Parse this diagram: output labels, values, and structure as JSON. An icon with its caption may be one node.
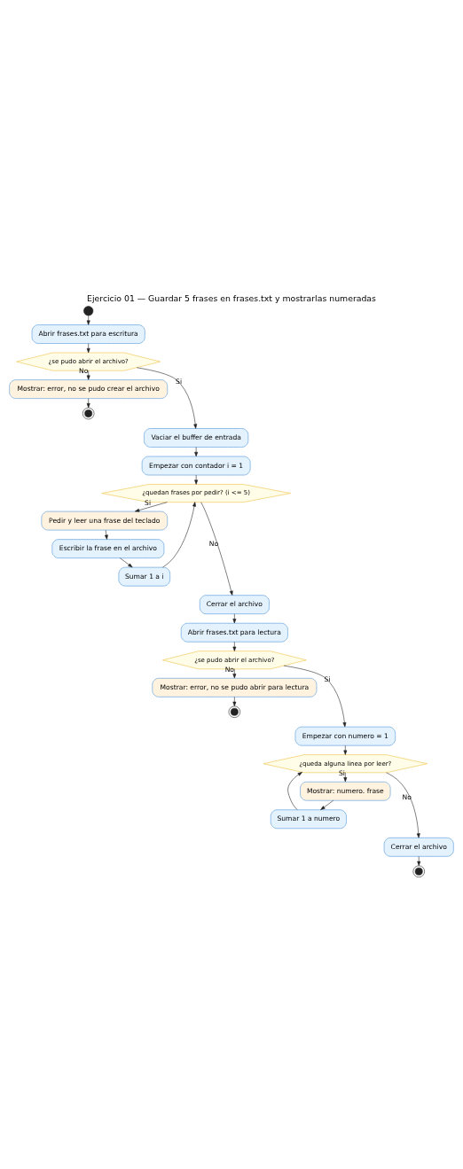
{
  "diagram": {
    "title": "Ejercicio 01 — Guardar 5 frases en frases.txt y mostrarlas numeradas",
    "nodes": [
      {
        "text": [],
        "shape": "circle"
      },
      {
        "text": [
          "Abrir frases.txt para escritura"
        ]
      },
      {
        "text": [
          "¿se pudo abrir el archivo?"
        ]
      },
      {
        "text": [
          "Mostrar: error, no se pudo crear el archivo"
        ]
      },
      {
        "text": [],
        "shape": "bullseye"
      },
      {
        "text": [
          "Vaciar el buffer de entrada"
        ]
      },
      {
        "text": [
          "Empezar con contador i = 1"
        ]
      },
      {
        "text": [
          "¿quedan frases por pedir? (i <= 5)"
        ]
      },
      {
        "text": [
          "Pedir y leer una frase del teclado"
        ]
      },
      {
        "text": [
          "Escribir la frase en el archivo"
        ]
      },
      {
        "text": [
          "Sumar 1 a i"
        ]
      },
      {
        "text": [
          "Cerrar el archivo"
        ]
      },
      {
        "text": [
          "Abrir frases.txt para lectura"
        ]
      },
      {
        "text": [
          "¿se pudo abrir el archivo?"
        ]
      },
      {
        "text": [
          "Mostrar: error, no se pudo abrir para lectura"
        ]
      },
      {
        "text": [],
        "shape": "bullseye"
      },
      {
        "text": [
          "Empezar con numero = 1"
        ]
      },
      {
        "text": [
          "¿queda alguna linea por leer?"
        ]
      },
      {
        "text": [
          "Mostrar: numero. frase"
        ]
      },
      {
        "text": [
          "Sumar 1 a numero"
        ]
      },
      {
        "text": [
          "Cerrar el archivo"
        ]
      },
      {
        "text": [],
        "shape": "bullseye"
      }
    ],
    "edges": [
      {
        "from": 0,
        "to": 1,
        "arrow": "to"
      },
      {
        "from": 1,
        "to": 2,
        "arrow": "to"
      },
      {
        "from": 2,
        "to": 3,
        "arrow": "to",
        "label": "No"
      },
      {
        "from": 3,
        "to": 4,
        "arrow": "to"
      },
      {
        "from": 2,
        "to": 5,
        "arrow": "to",
        "label": "Si"
      },
      {
        "from": 5,
        "to": 6,
        "arrow": "to"
      },
      {
        "from": 6,
        "to": 7,
        "arrow": "to"
      },
      {
        "from": 7,
        "to": 8,
        "arrow": "to",
        "label": "Si"
      },
      {
        "from": 8,
        "to": 9,
        "arrow": "to"
      },
      {
        "from": 9,
        "to": 10,
        "arrow": "to"
      },
      {
        "from": 10,
        "to": 7,
        "arrow": "to"
      },
      {
        "from": 7,
        "to": 11,
        "arrow": "to",
        "label": "No"
      },
      {
        "from": 11,
        "to": 12,
        "arrow": "to"
      },
      {
        "from": 12,
        "to": 13,
        "arrow": "to"
      },
      {
        "from": 13,
        "to": 14,
        "arrow": "to",
        "label": "No"
      },
      {
        "from": 14,
        "to": 15,
        "arrow": "to"
      },
      {
        "from": 13,
        "to": 16,
        "arrow": "to",
        "label": "Si"
      },
      {
        "from": 16,
        "to": 17,
        "arrow": "to"
      },
      {
        "from": 17,
        "to": 18,
        "arrow": "to",
        "label": "Si"
      },
      {
        "from": 18,
        "to": 19,
        "arrow": "to"
      },
      {
        "from": 19,
        "to": 17,
        "arrow": "to"
      },
      {
        "from": 17,
        "to": 20,
        "arrow": "to",
        "label": "No"
      },
      {
        "from": 20,
        "to": 21,
        "arrow": "to"
      }
    ]
  }
}
